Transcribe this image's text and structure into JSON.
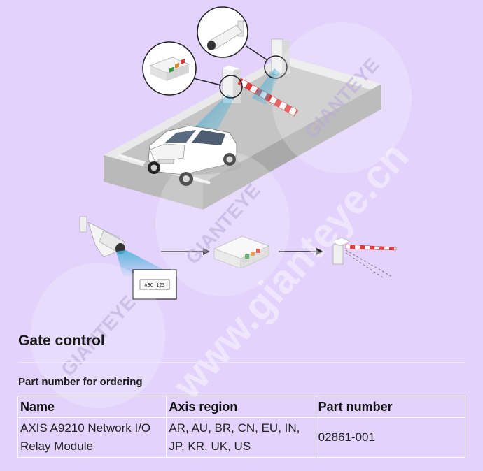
{
  "illustration": {
    "plate_text": "ABC 123"
  },
  "watermark": {
    "brand": "GIANTEYE",
    "site": "www.gianteye.cn"
  },
  "section": {
    "title": "Gate control",
    "subheading": "Part number for ordering"
  },
  "table": {
    "headers": [
      "Name",
      "Axis region",
      "Part number"
    ],
    "rows": [
      [
        "AXIS A9210 Network I/O Relay Module",
        "AR, AU, BR, CN, EU, IN, JP, KR, UK, US",
        "02861-001"
      ]
    ]
  },
  "colors": {
    "background": "#e2d2fc",
    "road": "#c8c8c8",
    "barrier_red": "#e03a3a",
    "camera_beam": "#4fb3d9",
    "led_green": "#3aa04a",
    "led_orange": "#e0892a",
    "led_red": "#d43a3a"
  }
}
